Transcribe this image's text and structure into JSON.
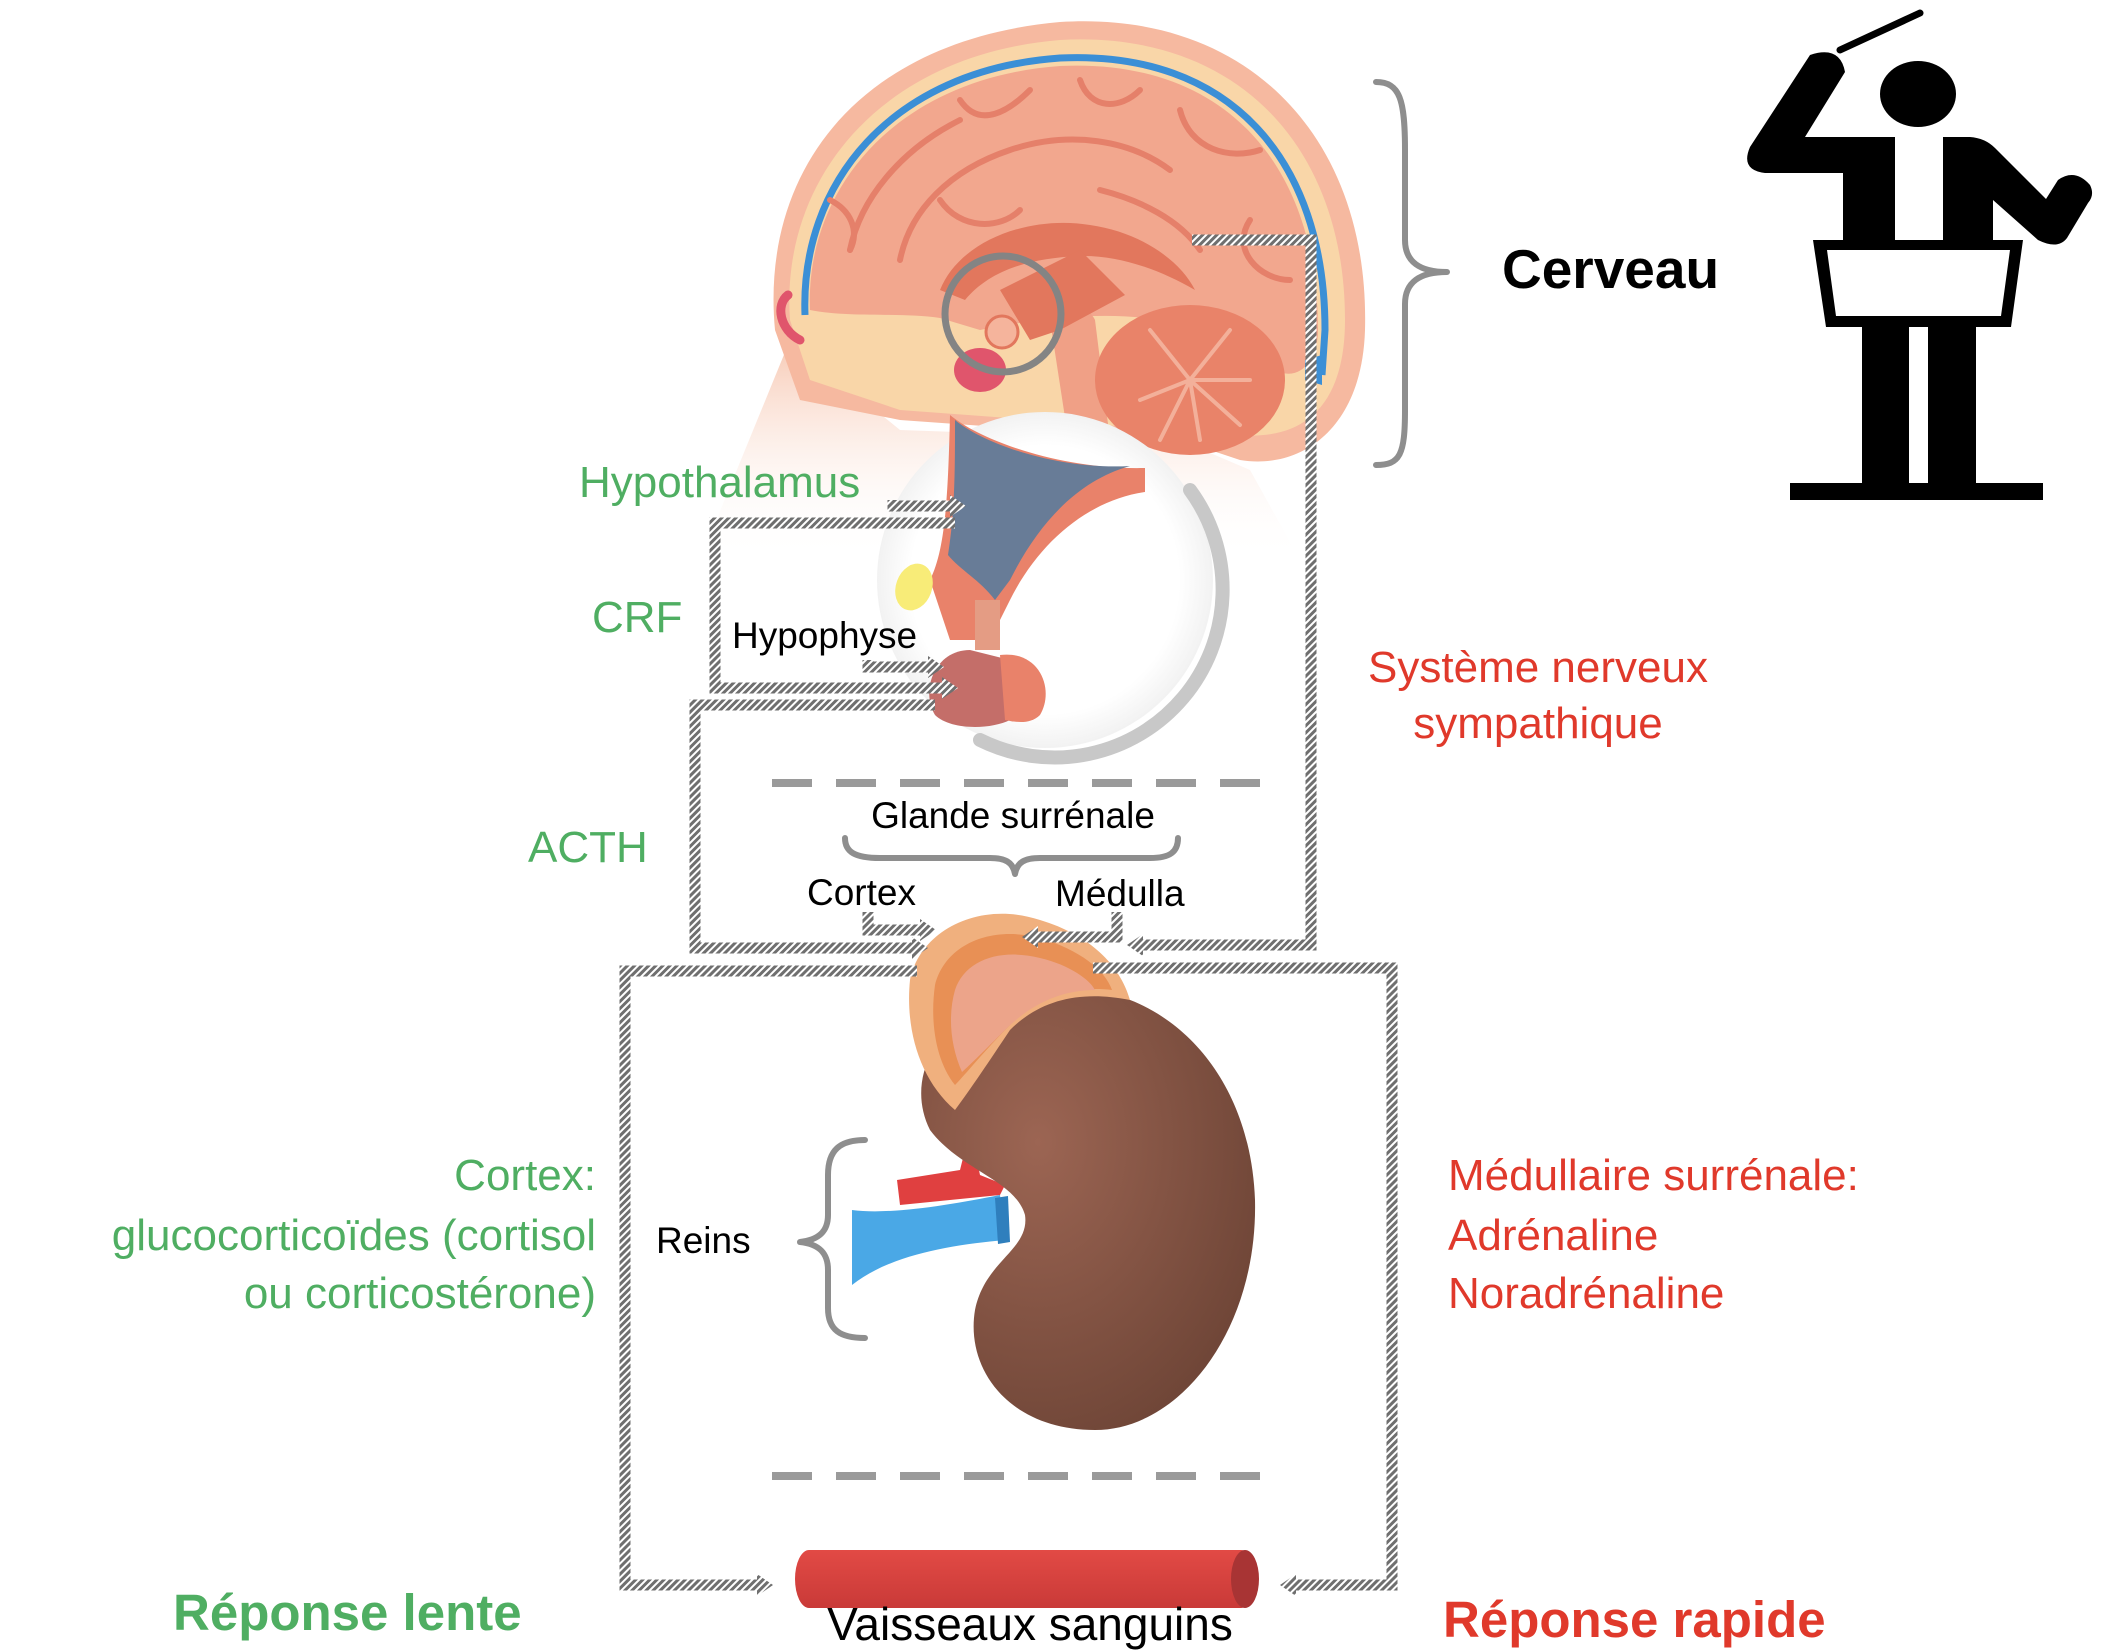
{
  "title": "Réponse au stress : axe hypothalamo-hypophyso-surrénalien et système nerveux sympathique",
  "colors": {
    "green": "#4fae62",
    "red": "#e0392b",
    "connector_gray": "#7a7a7a",
    "brace_gray": "#8e8e8e",
    "kidney_brown": "#8e5a4a",
    "vessel_red": "#d64541",
    "hypothalamus_blue": "#687c97",
    "brain_salmon": "#f0a28a"
  },
  "labels": {
    "cerveau": "Cerveau",
    "hypothalamus": "Hypothalamus",
    "crf": "CRF",
    "hypophyse": "Hypophyse",
    "acth": "ACTH",
    "sympathetic": [
      "Système nerveux",
      "sympathique"
    ],
    "glande_surrenale": "Glande surrénale",
    "cortex": "Cortex",
    "medulla": "Médulla",
    "reins": "Reins",
    "cortex_output": [
      "Cortex:",
      "glucocorticoïdes (cortisol",
      "ou corticostérone)"
    ],
    "medulla_output": [
      "Médullaire surrénale:",
      "Adrénaline",
      "Noradrénaline"
    ],
    "vaisseaux": "Vaisseaux sanguins",
    "reponse_lente": "Réponse lente",
    "reponse_rapide": "Réponse rapide"
  },
  "icons": {
    "conductor": "orchestra-conductor-icon",
    "brain": "brain-sagittal-illustration",
    "pituitary": "pituitary-inset-illustration",
    "kidney": "kidney-adrenal-illustration",
    "vessel": "blood-vessel-illustration"
  }
}
